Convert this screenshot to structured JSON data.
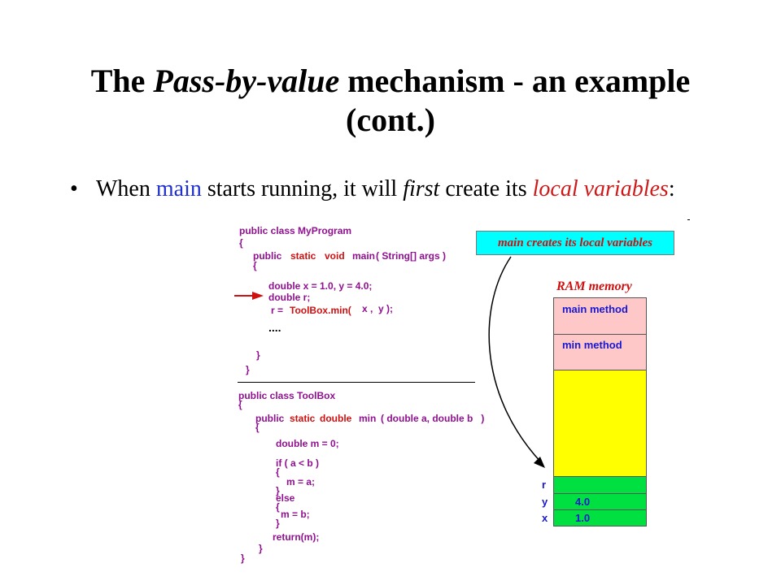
{
  "title": {
    "prefix": "The ",
    "emphasis": "Pass-by-value",
    "suffix": " mechanism - an example",
    "line2": "(cont.)"
  },
  "bullet": {
    "dot": "•",
    "t1": "When ",
    "t2": "main",
    "t3": " starts running, it will ",
    "t4": "first",
    "t5": " create its ",
    "t6": "local variables",
    "t7": ":"
  },
  "code_main": {
    "class_decl": "public class MyProgram",
    "open1": "{",
    "kw_public": "public",
    "kw_static": "static",
    "kw_void": "void",
    "kw_main": "main",
    "params": "( String[] args )",
    "open2": "{",
    "decl1": "double x = 1.0, y = 4.0;",
    "decl2": "double r;",
    "assign_lhs": "r =",
    "assign_call": "ToolBox.min(",
    "assign_args": "x ,  y );",
    "ellipsis": "....",
    "close2": "}",
    "close1": "}"
  },
  "code_toolbox": {
    "class_decl": "public class ToolBox",
    "open1": "{",
    "kw_public": "public",
    "kw_static": "static",
    "kw_double": "double",
    "kw_min": "min",
    "params": "( double a, double b   )",
    "open2": "{",
    "decl": "double m = 0;",
    "if_line": "if ( a < b )",
    "if_open": "{",
    "then": "m = a;",
    "if_close": "}",
    "else": "else",
    "else_open": "{",
    "otherwise": "m = b;",
    "else_close": "}",
    "ret": "return(m);",
    "close2": "}",
    "close1": "}"
  },
  "callout": "main creates its local variables",
  "ram": {
    "title": "RAM memory",
    "main_method": "main method",
    "min_method": "min method",
    "labels": {
      "r": "r",
      "y": "y",
      "x": "x"
    },
    "values": {
      "y": "4.0",
      "x": "1.0"
    }
  },
  "colors": {
    "callout_bg": "#00ffff",
    "method_bg": "#ffc8c8",
    "free_bg": "#ffff00",
    "var_bg": "#00e040",
    "accent_red": "#d01010",
    "accent_blue": "#1818d0"
  }
}
